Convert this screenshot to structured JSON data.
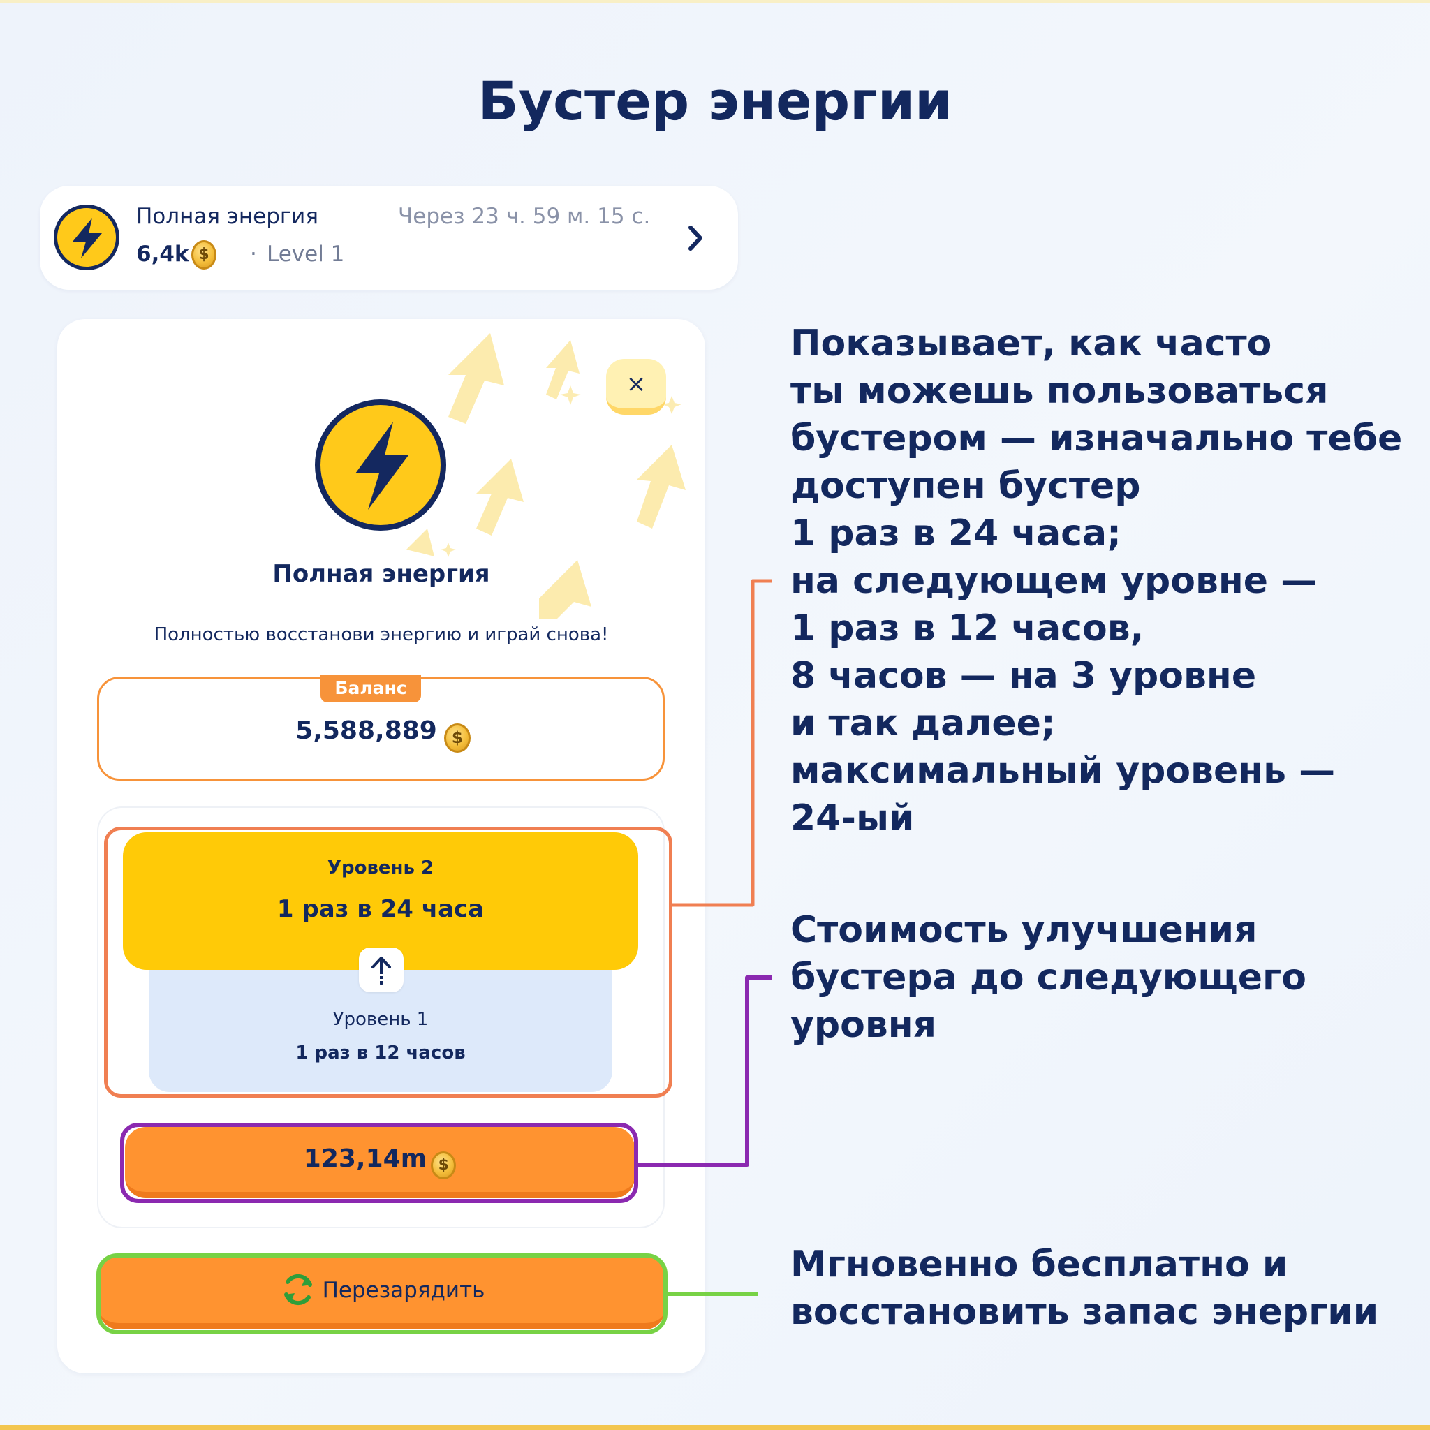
{
  "title": "Бустер энергии",
  "booster_row": {
    "name": "Полная энергия",
    "cost": "6,4k",
    "level_sep": "·",
    "level": "Level 1",
    "timer": "Через 23 ч. 59 м. 15 с."
  },
  "modal": {
    "close": "×",
    "title": "Полная энергия",
    "description": "Полностью восстанови энергию и играй снова!",
    "balance_label": "Баланс",
    "balance_value": "5,588,889",
    "next_level": {
      "label": "Уровень 2",
      "value": "1 раз в 24 часа"
    },
    "current_level": {
      "label": "Уровень 1",
      "value": "1 раз в 12 часов"
    },
    "upgrade_cost": "123,14m",
    "recharge_label": "Перезарядить"
  },
  "coin_symbol": "$",
  "notes": {
    "frequency": "Показывает, как часто\nты можешь пользоваться\nбустером — изначально тебе\nдоступен бустер\n1 раз в 24 часа;\nна следующем уровне —\n1 раз в 12 часов,\n8 часов — на 3 уровне\nи так далее;\nмаксимальный уровень —\n24-ый",
    "cost": "Стоимость улучшения\nбустера до следующего\nуровня",
    "recharge": "Мгновенно бесплатно и\nвосстановить запас энергии"
  },
  "colors": {
    "navy": "#13285e",
    "yellow": "#ffca07",
    "orange": "#ff9330",
    "highlight_frequency": "#f07f52",
    "highlight_cost": "#8b29b0",
    "highlight_recharge": "#77d245"
  },
  "icons": [
    "lightning-icon",
    "coin-icon",
    "chevron-right-icon",
    "close-icon",
    "arrow-up-icon",
    "refresh-icon"
  ]
}
